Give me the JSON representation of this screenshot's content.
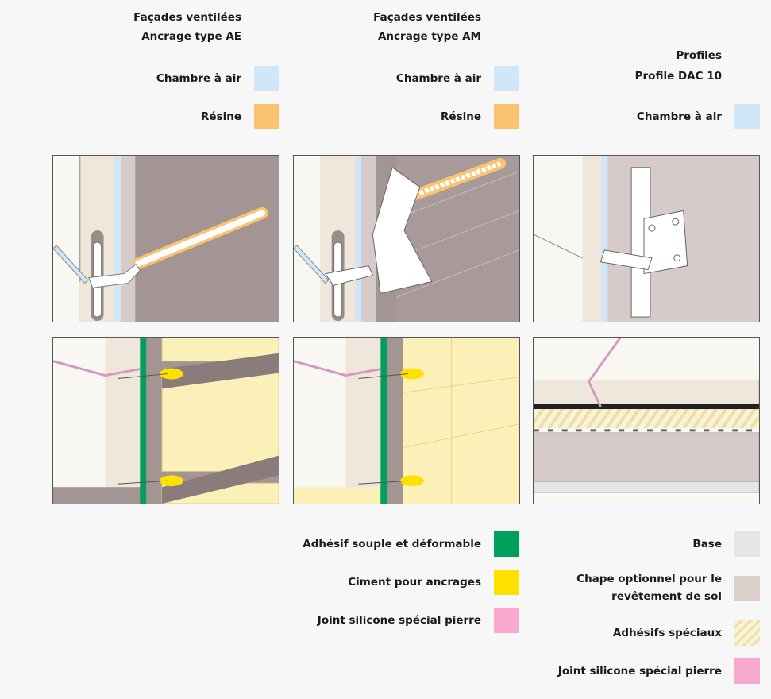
{
  "columns": [
    {
      "title1": "Façades ventilées",
      "title2": "Ancrage type AE",
      "legend": [
        {
          "label": "Chambre à air",
          "color": "#cfe7f8"
        },
        {
          "label": "Résine",
          "color": "#f9c36f"
        }
      ]
    },
    {
      "title1": "Façades ventilées",
      "title2": "Ancrage type AM",
      "legend": [
        {
          "label": "Chambre à air",
          "color": "#cfe7f8"
        },
        {
          "label": "Résine",
          "color": "#f9c36f"
        }
      ]
    },
    {
      "title1": "Profiles",
      "title2": "Profile DAC 10",
      "legend": [
        {
          "label": "Chambre à air",
          "color": "#cfe7f8"
        }
      ]
    }
  ],
  "bottom_legend_mid": [
    {
      "label": "Adhésif souple et déformable",
      "color": "#00a05a"
    },
    {
      "label": "Ciment pour ancrages",
      "color": "#ffe100"
    },
    {
      "label": "Joint silicone spécial pierre",
      "color": "#f9a9cd"
    }
  ],
  "bottom_legend_right": [
    {
      "label": "Base",
      "color": "#e6e6e6"
    },
    {
      "label1": "Chape optionnel pour le",
      "label2": "revêtement de sol",
      "color": "#dcd0cd"
    },
    {
      "label": "Adhésifs spéciaux",
      "pattern": "hatched"
    },
    {
      "label": "Joint silicone spécial pierre",
      "color": "#f9a9cd"
    }
  ]
}
